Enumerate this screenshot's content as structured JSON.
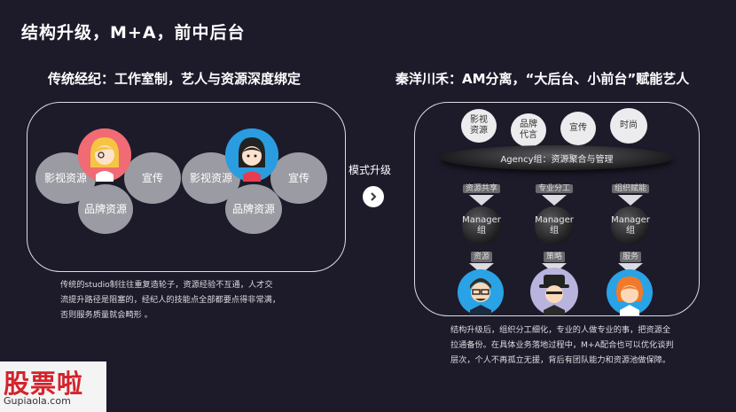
{
  "title": "结构升级，M+A，前中后台",
  "left": {
    "heading": "传统经纪：工作室制，艺人与资源深度绑定",
    "group1": {
      "c1": "影视资源",
      "c2": "宣传",
      "c3": "品牌资源"
    },
    "group2": {
      "c1": "影视资源",
      "c2": "宣传",
      "c3": "品牌资源"
    },
    "note": [
      "传统的studio制往往重复造轮子，资源经验不互通，人才交",
      "流提升路径是阻塞的，经纪人的技能点全部都要点得非常满，",
      "否则服务质量就会畸形 。"
    ]
  },
  "middle": {
    "label": "模式升级",
    "arrow_icon": "chevron-right"
  },
  "right": {
    "heading": "秦洋川禾：AM分离，“大后台、小前台”赋能艺人",
    "top_circles": [
      "影视\n资源",
      "品牌\n代言",
      "宣传",
      "时尚"
    ],
    "agency": "Agency组：资源聚合与管理",
    "columns": [
      {
        "tag_top": "资源共享",
        "manager": "Manager\n组",
        "tag_bottom": "资源"
      },
      {
        "tag_top": "专业分工",
        "manager": "Manager\n组",
        "tag_bottom": "策略"
      },
      {
        "tag_top": "组织赋能",
        "manager": "Manager\n组",
        "tag_bottom": "服务"
      }
    ],
    "note": [
      "结构升级后，组织分工细化，专业的人做专业的事，把资源全",
      "拉通备份。在具体业务落地过程中，M+A配合也可以优化谈判",
      "层次，个人不再孤立无援，背后有团队能力和资源池做保障。"
    ]
  },
  "watermark": {
    "text": "股票啦",
    "url": "Gupiaola.com"
  }
}
